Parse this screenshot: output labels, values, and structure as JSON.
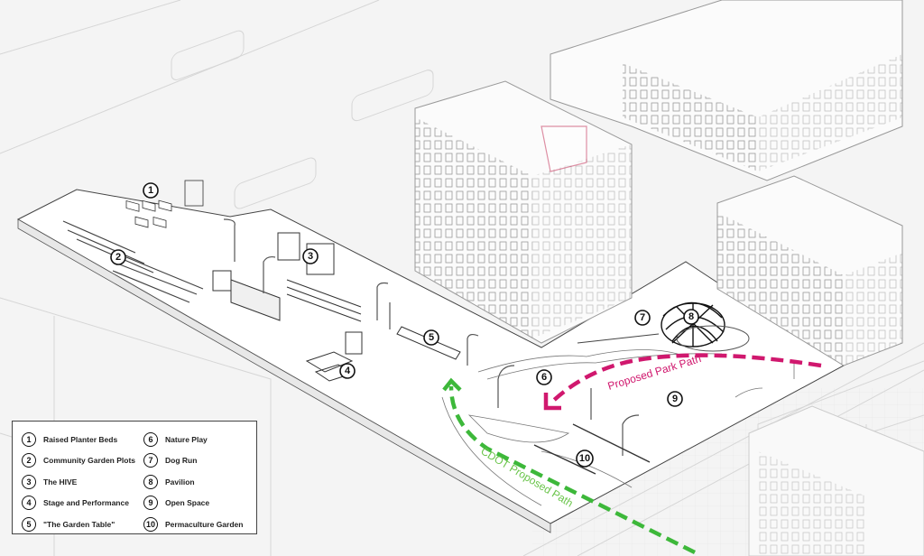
{
  "markers": [
    "1",
    "2",
    "3",
    "4",
    "5",
    "6",
    "7",
    "8",
    "9",
    "10"
  ],
  "legend": {
    "items": [
      {
        "num": "1",
        "label": "Raised Planter Beds"
      },
      {
        "num": "2",
        "label": "Community Garden Plots"
      },
      {
        "num": "3",
        "label": "The HIVE"
      },
      {
        "num": "4",
        "label": "Stage and Performance"
      },
      {
        "num": "5",
        "label": "\"The Garden Table\""
      },
      {
        "num": "6",
        "label": "Nature Play"
      },
      {
        "num": "7",
        "label": "Dog Run"
      },
      {
        "num": "8",
        "label": "Pavilion"
      },
      {
        "num": "9",
        "label": "Open Space"
      },
      {
        "num": "10",
        "label": "Permaculture Garden"
      }
    ]
  },
  "paths": {
    "park": {
      "label": "Proposed Park Path",
      "color": "#d0186e"
    },
    "cdot": {
      "label": "CDOT Proposed Path",
      "color": "#3db83a"
    }
  }
}
